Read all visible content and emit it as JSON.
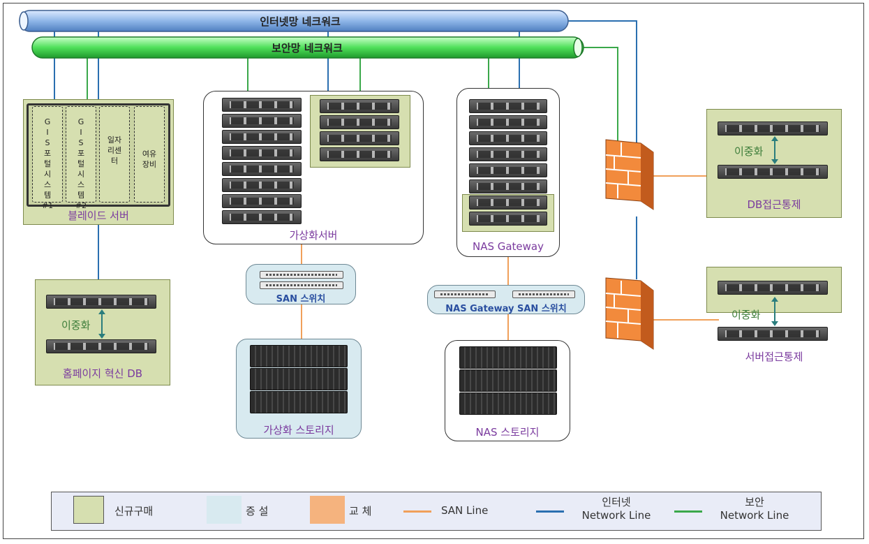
{
  "networks": {
    "internet": "인터넷망 네크워크",
    "secure": "보안망 네크워크"
  },
  "blade_server": {
    "label": "블레이드 서버",
    "slots": [
      "G\nI\nS\n포\n털\n시\n스\n템\n#1",
      "G\nI\nS\n포\n털\n시\n스\n템\n#2",
      "일자\n리센\n터",
      "여유\n장비"
    ]
  },
  "homepage_db": {
    "label": "홈페이지 혁신 DB",
    "redundancy": "이중화"
  },
  "virtual_server": {
    "label": "가상화서버"
  },
  "san_switch": {
    "label": "SAN 스위치"
  },
  "virtual_storage": {
    "label": "가상화 스토리지"
  },
  "nas_gateway": {
    "label": "NAS Gateway"
  },
  "nas_san_switch": {
    "label": "NAS Gateway SAN 스위치"
  },
  "nas_storage": {
    "label": "NAS 스토리지"
  },
  "db_access": {
    "label": "DB접근통제",
    "redundancy": "이중화"
  },
  "server_access": {
    "label": "서버접근통제",
    "redundancy": "이중화"
  },
  "legend": {
    "new_purchase": "신규구매",
    "expansion": "증 설",
    "replacement": "교 체",
    "san_line": "SAN Line",
    "internet_line": "인터넷\nNetwork Line",
    "secure_line": "보안\nNetwork Line"
  },
  "colors": {
    "new_purchase": "#d6dfb0",
    "expansion": "#d8eaf0",
    "replacement": "#f5b37e",
    "san_line": "#f0a05a",
    "internet_line": "#2a6fb0",
    "secure_line": "#3aa84a"
  }
}
